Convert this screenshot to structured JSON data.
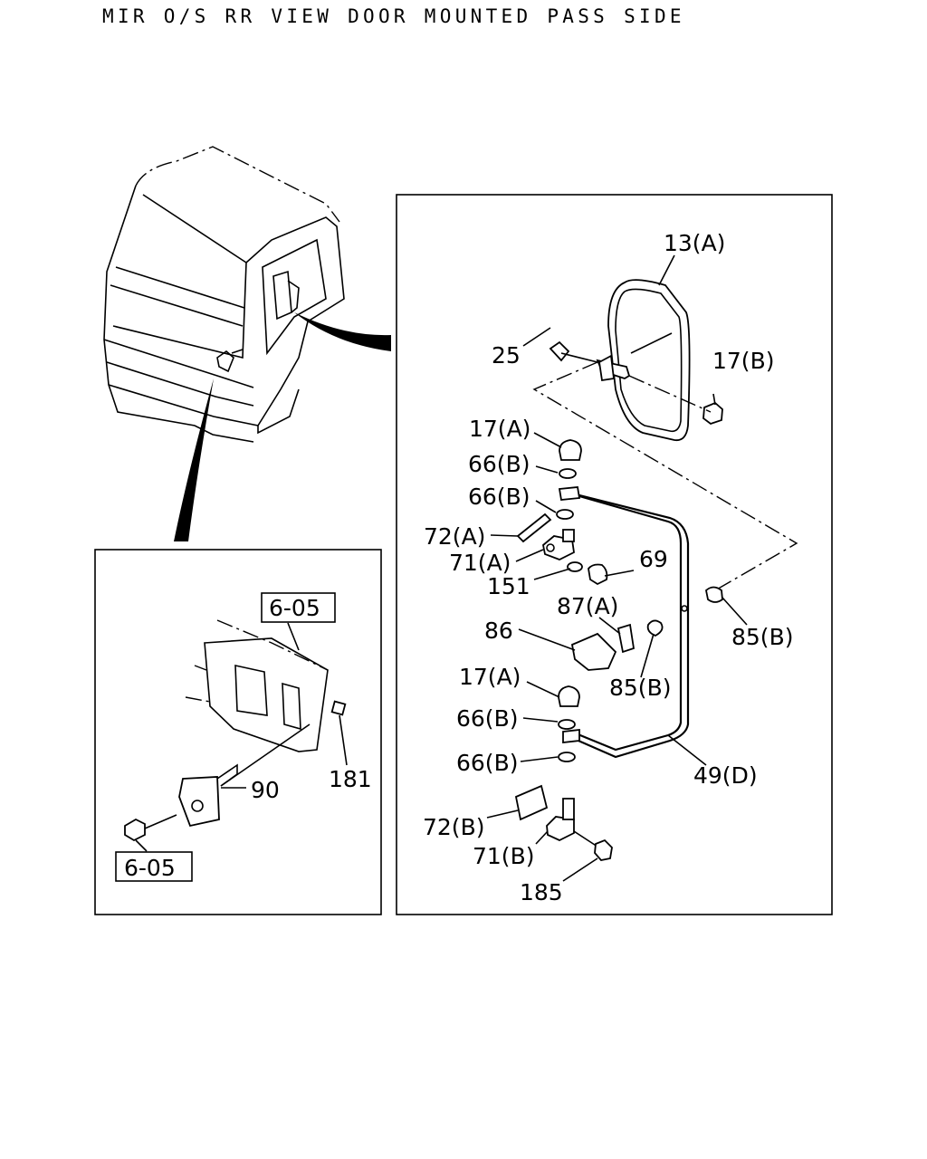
{
  "title": "MIR O/S RR VIEW DOOR MOUNTED PASS SIDE",
  "labels": {
    "l_13a": "13(A)",
    "l_25": "25",
    "l_17b": "17(B)",
    "l_17a_1": "17(A)",
    "l_66b_1": "66(B)",
    "l_66b_2": "66(B)",
    "l_72a": "72(A)",
    "l_71a": "71(A)",
    "l_151": "151",
    "l_69": "69",
    "l_87a": "87(A)",
    "l_86": "86",
    "l_85b_1": "85(B)",
    "l_85b_2": "85(B)",
    "l_17a_2": "17(A)",
    "l_66b_3": "66(B)",
    "l_66b_4": "66(B)",
    "l_49d": "49(D)",
    "l_72b": "72(B)",
    "l_71b": "71(B)",
    "l_185": "185",
    "l_605_1": "6-05",
    "l_605_2": "6-05",
    "l_90": "90",
    "l_181": "181"
  }
}
